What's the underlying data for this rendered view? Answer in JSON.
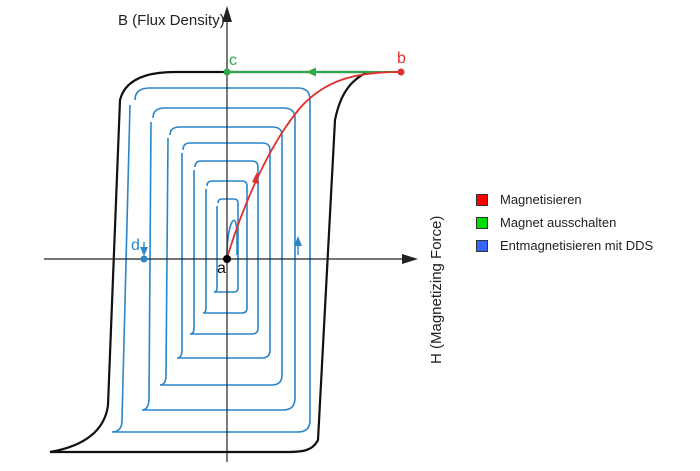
{
  "axes": {
    "y_label": "B (Flux Density)",
    "x_label": "H (Magnetizing Force)"
  },
  "points": {
    "a": "a",
    "b": "b",
    "c": "c",
    "d": "d"
  },
  "legend": [
    {
      "label": "Magnetisieren",
      "color": "#ff0000"
    },
    {
      "label": "Magnet ausschalten",
      "color": "#00dd00"
    },
    {
      "label": "Entmagnetisieren mit DDS",
      "color": "#3366ff"
    }
  ],
  "colors": {
    "outer_loop": "#111111",
    "axes": "#222222",
    "magnetize": "#e03030",
    "switch_off": "#2ea84a",
    "demagnetize": "#2a86c8",
    "origin": "#000000"
  }
}
